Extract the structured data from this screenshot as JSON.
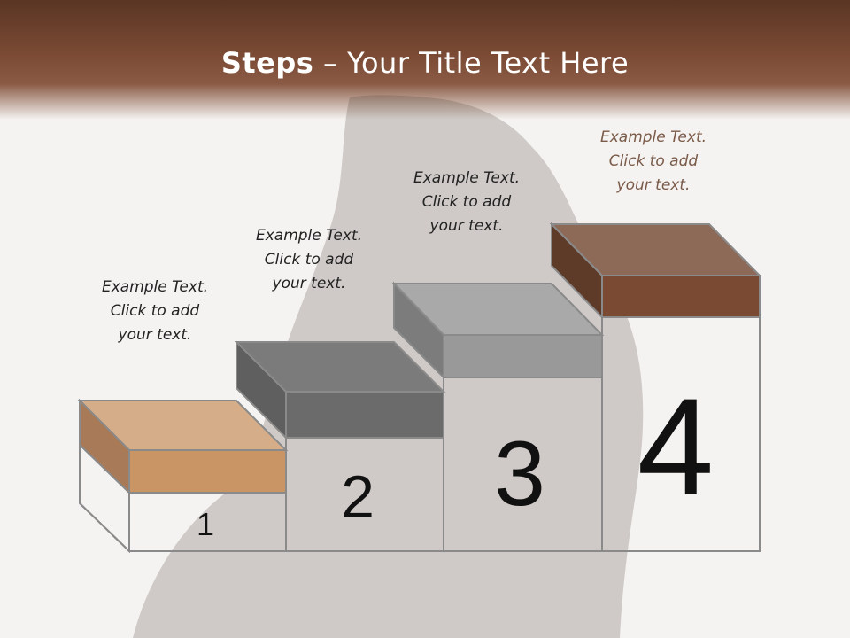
{
  "title": {
    "bold": "Steps",
    "rest": " – Your Title Text Here"
  },
  "steps": [
    {
      "number": "1",
      "line1": "Example Text.",
      "line2": "Click  to add",
      "line3": "your text.",
      "color": "#d3a27a"
    },
    {
      "number": "2",
      "line1": "Example Text.",
      "line2": "Click  to add",
      "line3": "your text.",
      "color": "#7a7a7a"
    },
    {
      "number": "3",
      "line1": "Example Text.",
      "line2": "Click  to add",
      "line3": "your text.",
      "color": "#a3a3a3"
    },
    {
      "number": "4",
      "line1": "Example Text.",
      "line2": "Click  to add",
      "line3": "your text.",
      "color": "#8b5a42"
    }
  ],
  "colors": {
    "header": "#6e4230",
    "background": "#f5f3f1"
  }
}
